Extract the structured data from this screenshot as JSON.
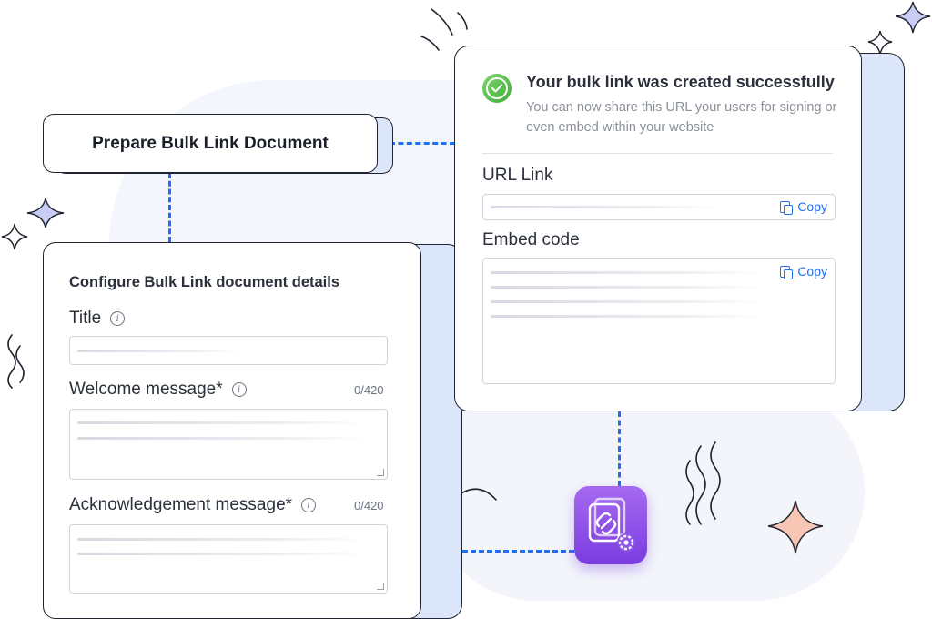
{
  "header_card": {
    "title": "Prepare Bulk Link Document"
  },
  "config_card": {
    "heading": "Configure Bulk Link document details",
    "fields": [
      {
        "label": "Title",
        "counter": ""
      },
      {
        "label": "Welcome message*",
        "counter": "0/420"
      },
      {
        "label": "Acknowledgement message*",
        "counter": "0/420"
      }
    ]
  },
  "success_card": {
    "title": "Your bulk link was created successfully",
    "subtitle": "You can now share this URL your users for signing or even embed within your website",
    "url_label": "URL Link",
    "embed_label": "Embed code",
    "copy_label": "Copy"
  },
  "icons": [
    "check-circle-icon",
    "info-icon",
    "copy-icon",
    "link-gear-icon",
    "sparkle-icon"
  ],
  "colors": {
    "accent": "#1f6ff2",
    "success": "#3fae3a",
    "app_icon": "#8a4ee6",
    "sparkle_orange": "#f8c6b5",
    "sparkle_purple": "#c9cdf5"
  }
}
